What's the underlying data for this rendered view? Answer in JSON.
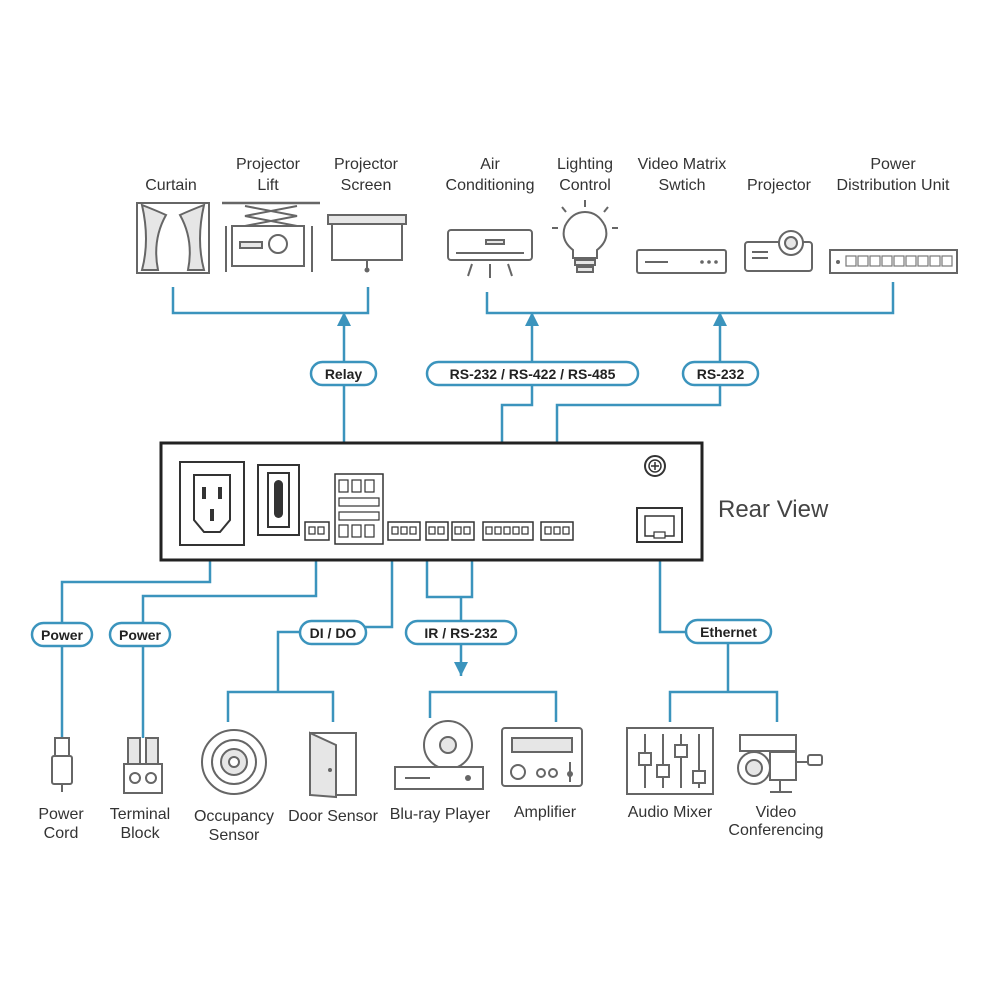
{
  "top_devices": {
    "curtain": [
      "Curtain"
    ],
    "projector_lift": [
      "Projector",
      "Lift"
    ],
    "projector_screen": [
      "Projector",
      "Screen"
    ],
    "air_conditioning": [
      "Air",
      "Conditioning"
    ],
    "lighting_control": [
      "Lighting",
      "Control"
    ],
    "video_matrix_switch": [
      "Video Matrix",
      "Swtich"
    ],
    "projector": [
      "Projector"
    ],
    "power_distribution_unit": [
      "Power",
      "Distribution Unit"
    ]
  },
  "connections": {
    "relay": "Relay",
    "serial_multi": "RS-232 / RS-422 / RS-485",
    "rs232": "RS-232",
    "power_1": "Power",
    "power_2": "Power",
    "di_do": "DI / DO",
    "ir_rs232": "IR / RS-232",
    "ethernet": "Ethernet"
  },
  "rear_view_label": "Rear View",
  "bottom_devices": {
    "power_cord": [
      "Power",
      "Cord"
    ],
    "terminal_block": [
      "Terminal",
      "Block"
    ],
    "occupancy_sensor": [
      "Occupancy",
      "Sensor"
    ],
    "door_sensor": [
      "Door Sensor"
    ],
    "bluray_player": [
      "Blu-ray Player"
    ],
    "amplifier": [
      "Amplifier"
    ],
    "audio_mixer": [
      "Audio Mixer"
    ],
    "video_conferencing": [
      "Video",
      "Conferencing"
    ]
  },
  "colors": {
    "wire": "#3b94bd",
    "device": "#666666",
    "text": "#333333"
  }
}
